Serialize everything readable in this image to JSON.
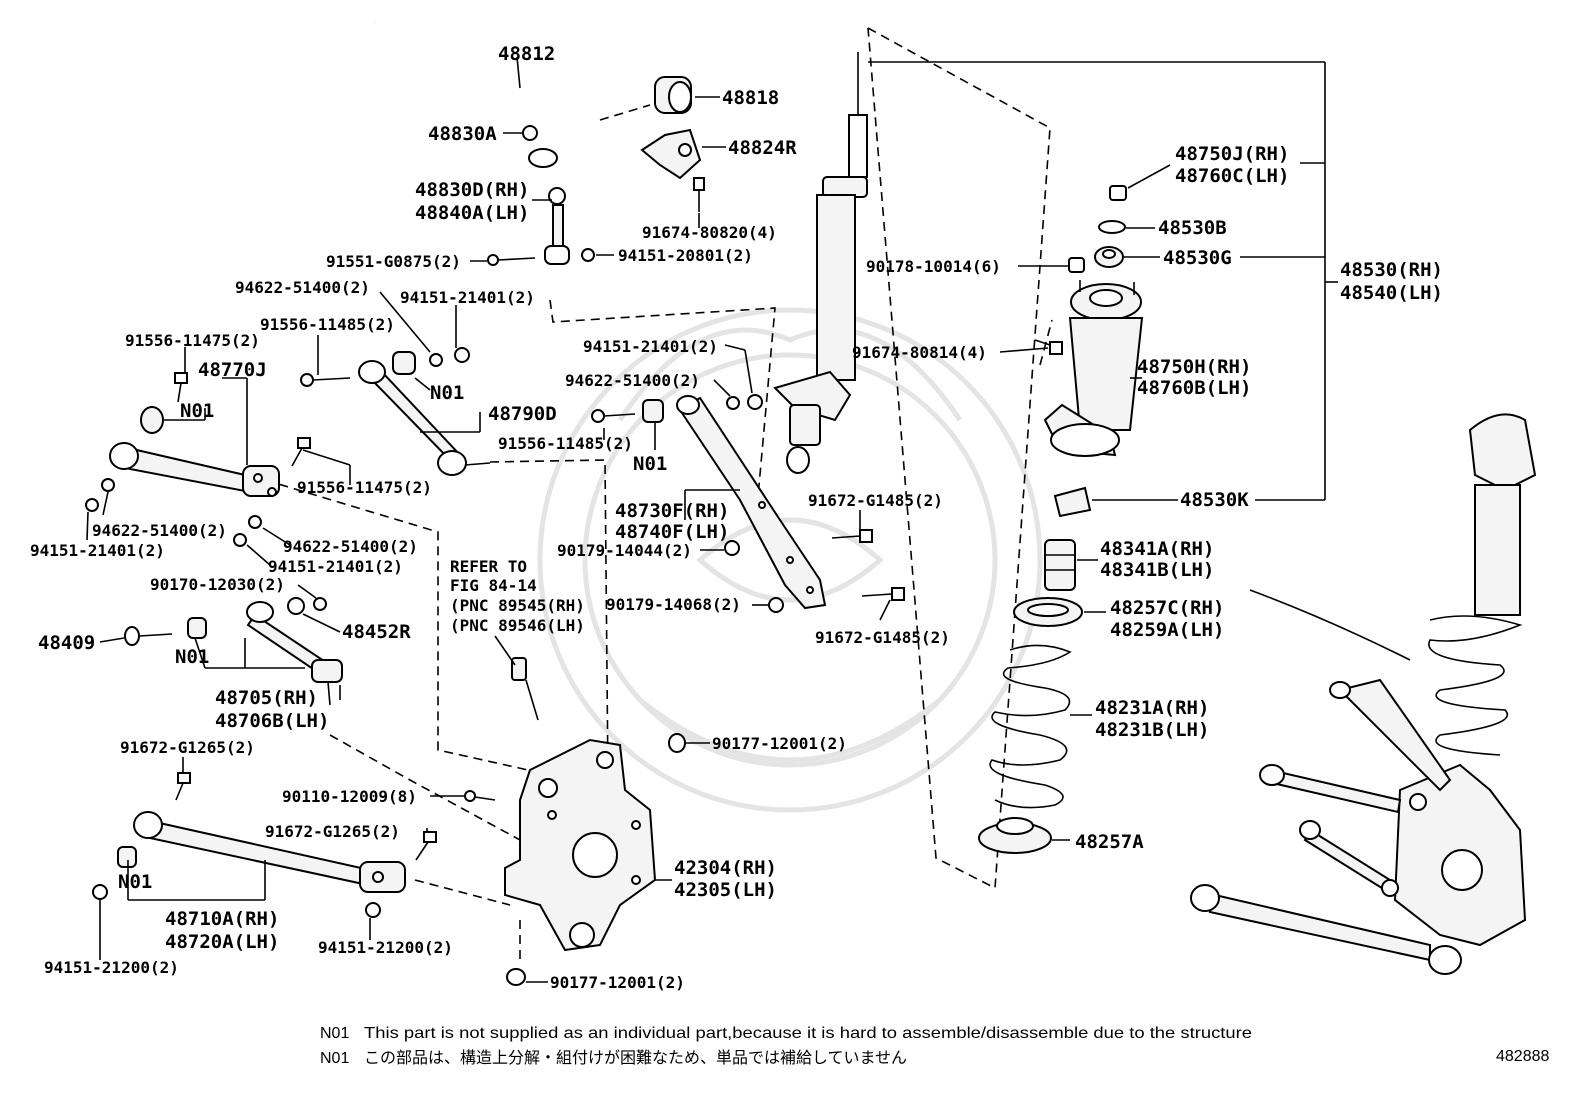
{
  "labels": {
    "p48812": "48812",
    "p48818": "48818",
    "p48830a": "48830A",
    "p48824r": "48824R",
    "p48830d": "48830D(RH)",
    "p48840a": "48840A(LH)",
    "p91674_80820": "91674-80820(4)",
    "p91551": "91551-G0875(2)",
    "p94151_20801": "94151-20801(2)",
    "p94622_a": "94622-51400(2)",
    "p94151_a": "94151-21401(2)",
    "p91556_11485_a": "91556-11485(2)",
    "p91556_11475_a": "91556-11475(2)",
    "p48770j": "48770J",
    "n01_a": "N01",
    "n01_b": "N01",
    "p48790d": "48790D",
    "p91556_11475_b": "91556-11475(2)",
    "p94622_b": "94622-51400(2)",
    "p94151_b": "94151-21401(2)",
    "p94622_c": "94622-51400(2)",
    "p94151_c": "94151-21401(2)",
    "p90170": "90170-12030(2)",
    "p48452r": "48452R",
    "p48409": "48409",
    "n01_c": "N01",
    "p48705": "48705(RH)",
    "p48706b": "48706B(LH)",
    "p91672_g1265_a": "91672-G1265(2)",
    "p90110": "90110-12009(8)",
    "p91672_g1265_b": "91672-G1265(2)",
    "n01_d": "N01",
    "p48710a": "48710A(RH)",
    "p48720a": "48720A(LH)",
    "p94151_21200_a": "94151-21200(2)",
    "p94151_21200_b": "94151-21200(2)",
    "p94151_d": "94151-21401(2)",
    "p94622_d": "94622-51400(2)",
    "p91556_11485_b": "91556-11485(2)",
    "n01_e": "N01",
    "p48730f": "48730F(RH)",
    "p48740f": "48740F(LH)",
    "p90179_14044": "90179-14044(2)",
    "p90179_14068": "90179-14068(2)",
    "p91672_g1485_a": "91672-G1485(2)",
    "p91672_g1485_b": "91672-G1485(2)",
    "refer1": "REFER TO",
    "refer2": "FIG 84-14",
    "refer3": "(PNC 89545(RH)",
    "refer4": "(PNC 89546(LH)",
    "p90177_a": "90177-12001(2)",
    "p90177_b": "90177-12001(2)",
    "p42304": "42304(RH)",
    "p42305": "42305(LH)",
    "p48750j": "48750J(RH)",
    "p48760c": "48760C(LH)",
    "p48530b": "48530B",
    "p48530g": "48530G",
    "p90178": "90178-10014(6)",
    "p48530": "48530(RH)",
    "p48540": "48540(LH)",
    "p91674_80814": "91674-80814(4)",
    "p48750h": "48750H(RH)",
    "p48760b": "48760B(LH)",
    "p48530k": "48530K",
    "p48341a": "48341A(RH)",
    "p48341b": "48341B(LH)",
    "p48257c": "48257C(RH)",
    "p48259a": "48259A(LH)",
    "p48231a": "48231A(RH)",
    "p48231b": "48231B(LH)",
    "p48257a": "48257A"
  },
  "footer": {
    "note_en_code": "N01",
    "note_en": "This part is not supplied as an individual part,because it is hard to assemble/disassemble due to the structure",
    "note_jp_code": "N01",
    "note_jp": "この部品は、構造上分解・組付けが困難なため、単品では補給していません",
    "diagram_id": "482888"
  }
}
